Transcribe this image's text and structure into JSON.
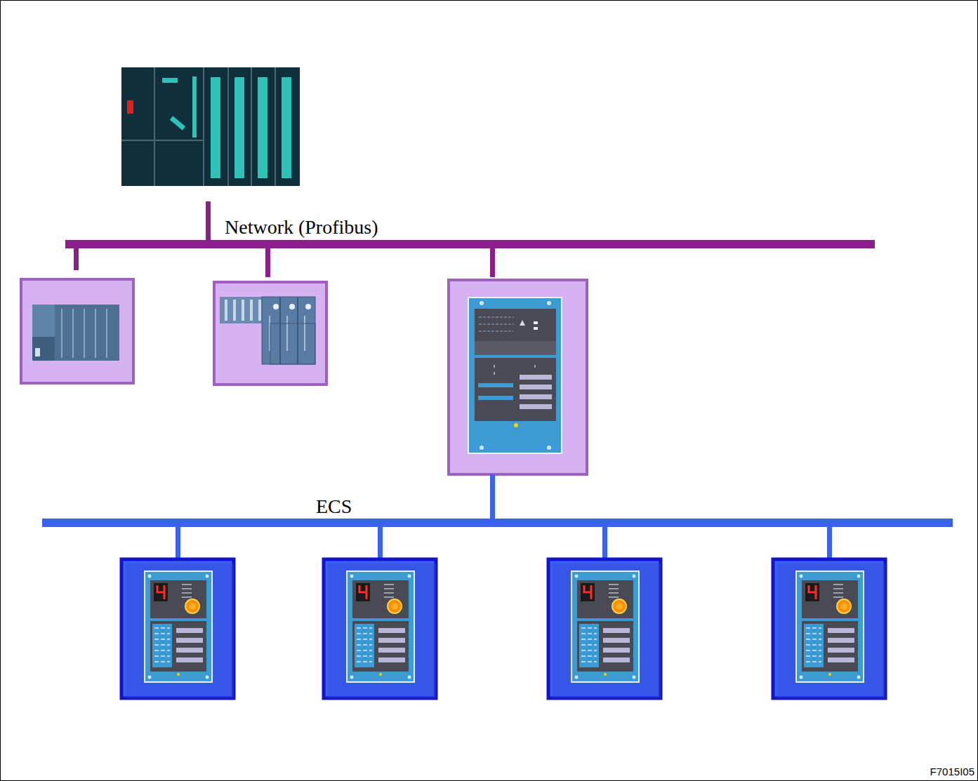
{
  "diagram": {
    "labels": [
      "Network (Profibus)",
      "ECS",
      "F7015I05"
    ]
  }
}
